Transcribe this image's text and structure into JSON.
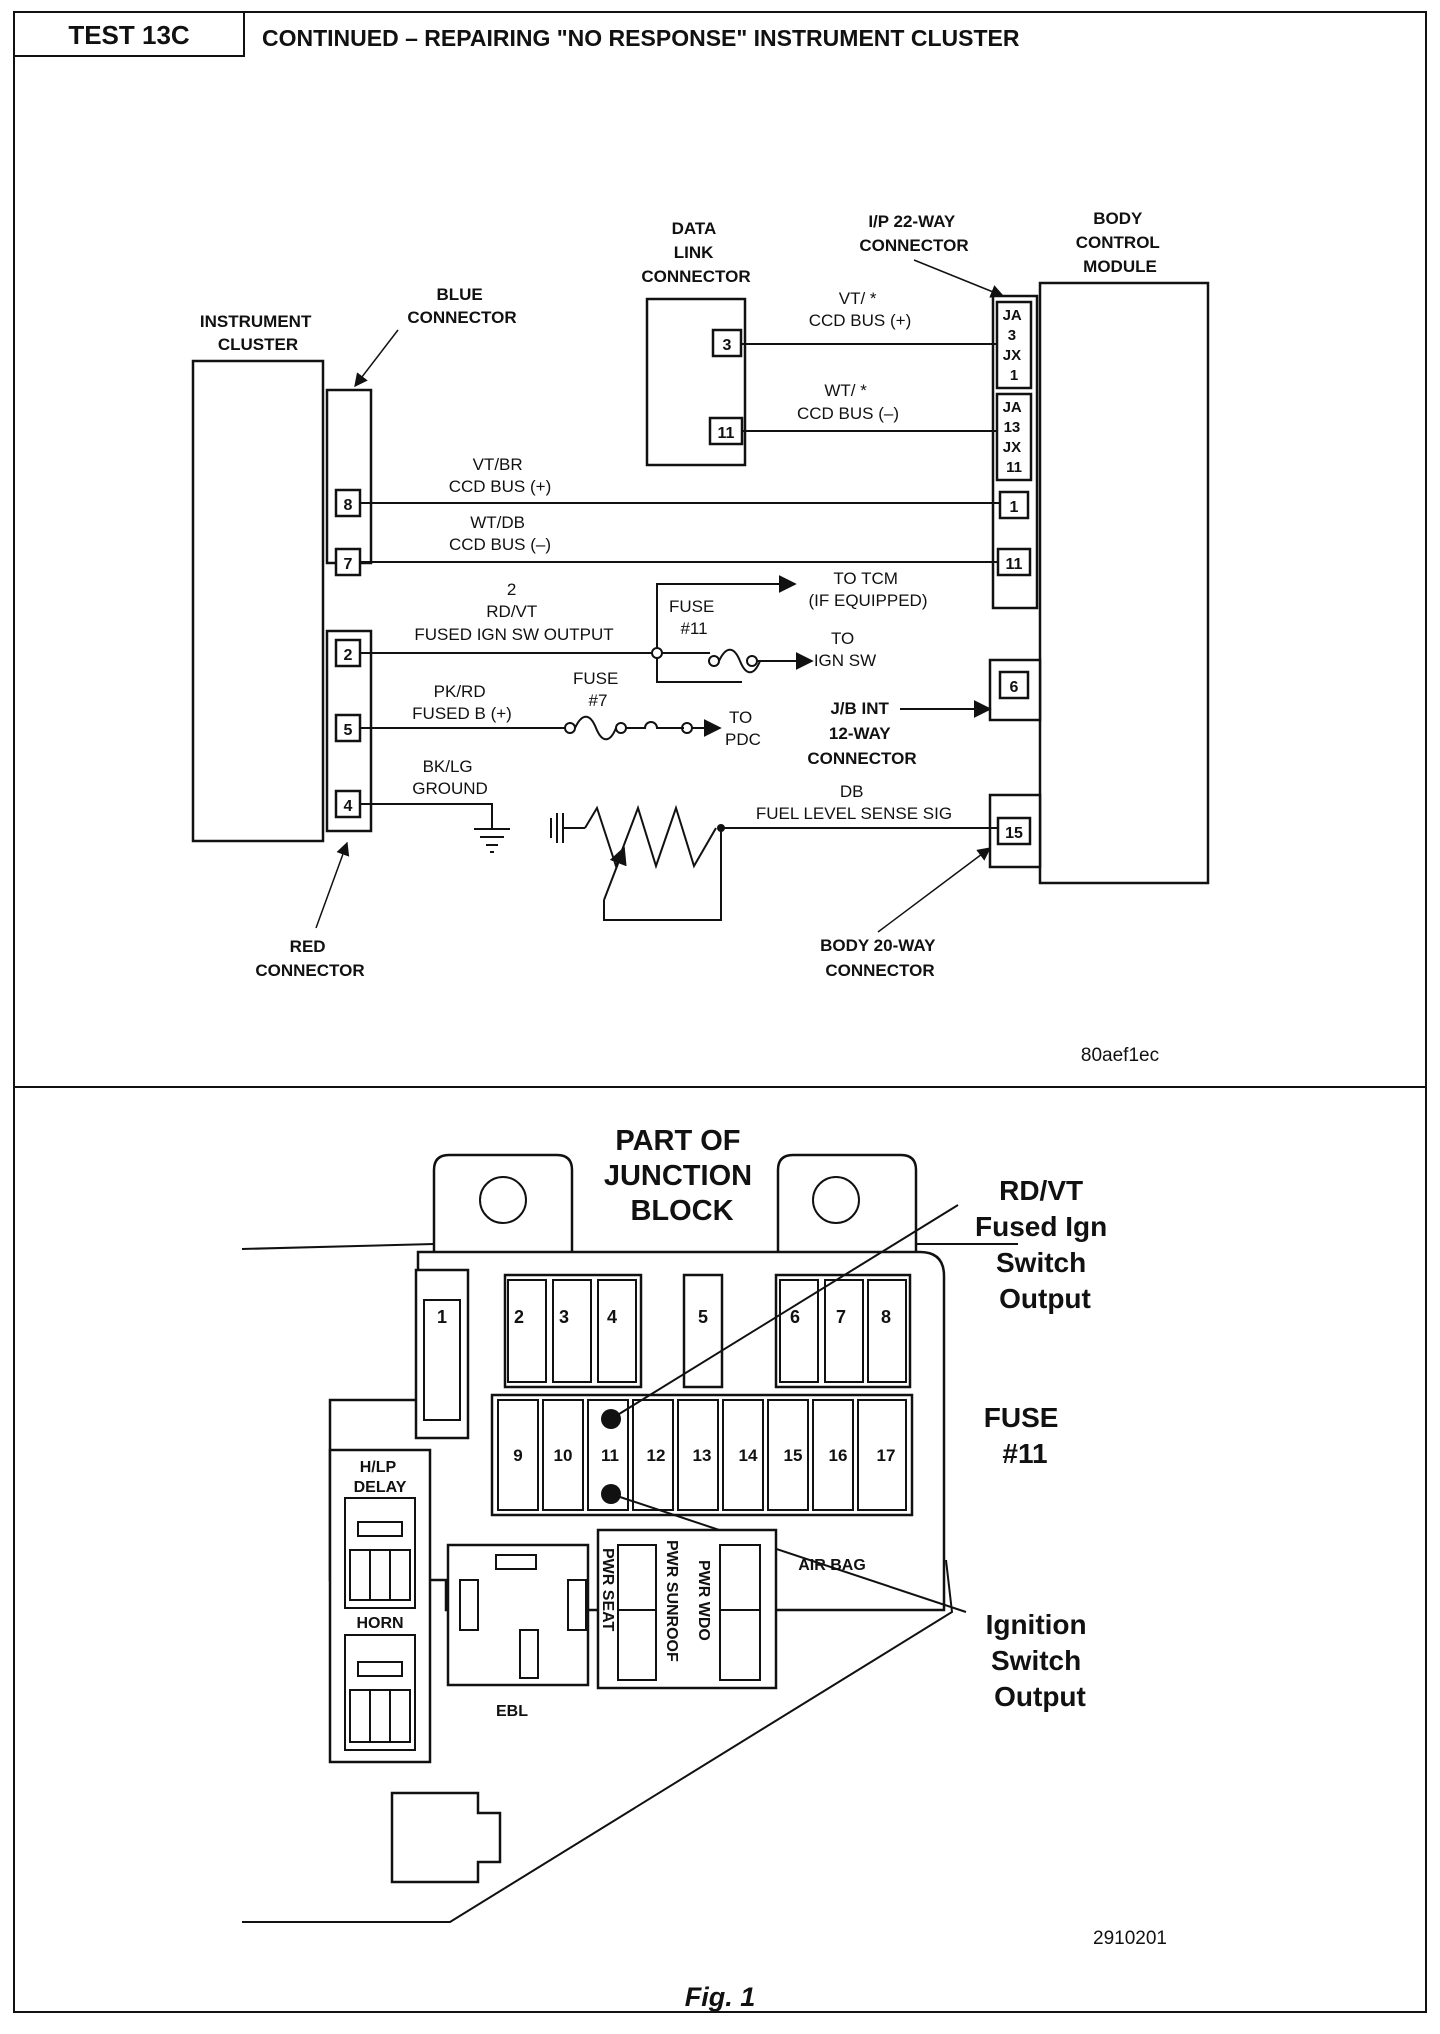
{
  "header": {
    "test_label": "TEST 13C",
    "title": "CONTINUED – REPAIRING \"NO RESPONSE\" INSTRUMENT CLUSTER"
  },
  "wiring": {
    "instrument_cluster": [
      "INSTRUMENT",
      "CLUSTER"
    ],
    "blue_connector": [
      "BLUE",
      "CONNECTOR"
    ],
    "red_connector": [
      "RED",
      "CONNECTOR"
    ],
    "data_link_connector": [
      "DATA",
      "LINK",
      "CONNECTOR"
    ],
    "ip_connector": [
      "I/P 22-WAY",
      "CONNECTOR"
    ],
    "body_control_module": [
      "BODY",
      "CONTROL",
      "MODULE"
    ],
    "dlc_pins": [
      "3",
      "11"
    ],
    "ja_pin_a": [
      "JA",
      "3",
      "JX",
      "1"
    ],
    "ja_pin_b": [
      "JA",
      "13",
      "JX",
      "11"
    ],
    "bcm_pins": [
      "1",
      "11",
      "6",
      "15"
    ],
    "cluster_pins": [
      "8",
      "7",
      "2",
      "5",
      "4"
    ],
    "wires": {
      "vt_star": [
        "VT/ *",
        "CCD BUS (+)"
      ],
      "wt_star": [
        "WT/ *",
        "CCD BUS (–)"
      ],
      "vt_br": [
        "VT/BR",
        "CCD BUS (+)"
      ],
      "wt_db": [
        "WT/DB",
        "CCD BUS (–)"
      ],
      "rd_vt": [
        "2",
        "RD/VT",
        "FUSED IGN SW OUTPUT"
      ],
      "pk_rd": [
        "PK/RD",
        "FUSED B (+)"
      ],
      "bk_lg": [
        "BK/LG",
        "GROUND"
      ],
      "db": [
        "DB",
        "FUEL LEVEL SENSE SIG"
      ]
    },
    "fuse_11": [
      "FUSE",
      "#11"
    ],
    "fuse_7": [
      "FUSE",
      "#7"
    ],
    "to_tcm": [
      "TO TCM",
      "(IF EQUIPPED)"
    ],
    "to_ign": [
      "TO",
      "IGN SW"
    ],
    "to_pdc": [
      "TO",
      "PDC"
    ],
    "jb_int": [
      "J/B INT",
      "12-WAY",
      "CONNECTOR"
    ],
    "body_20way": [
      "BODY 20-WAY",
      "CONNECTOR"
    ],
    "figure_code": "80aef1ec"
  },
  "junction": {
    "title": [
      "PART OF",
      "JUNCTION",
      "BLOCK"
    ],
    "rdvt_label": [
      "RD/VT",
      "Fused Ign",
      "Switch",
      "Output"
    ],
    "fuse_label": [
      "FUSE",
      "#11"
    ],
    "ign_label": [
      "Ignition",
      "Switch",
      "Output"
    ],
    "fuses_top": [
      "1",
      "2",
      "3",
      "4",
      "5",
      "6",
      "7",
      "8"
    ],
    "fuses_bottom": [
      "9",
      "10",
      "11",
      "12",
      "13",
      "14",
      "15",
      "16",
      "17"
    ],
    "hlp_delay": [
      "H/LP",
      "DELAY"
    ],
    "horn": "HORN",
    "ebl": "EBL",
    "pwr_seat": "PWR SEAT",
    "pwr_sunroof": "PWR SUNROOF",
    "pwr_wdo": "PWR WDO",
    "air_bag": "AIR BAG",
    "figure_code": "2910201"
  },
  "caption": "Fig. 1"
}
